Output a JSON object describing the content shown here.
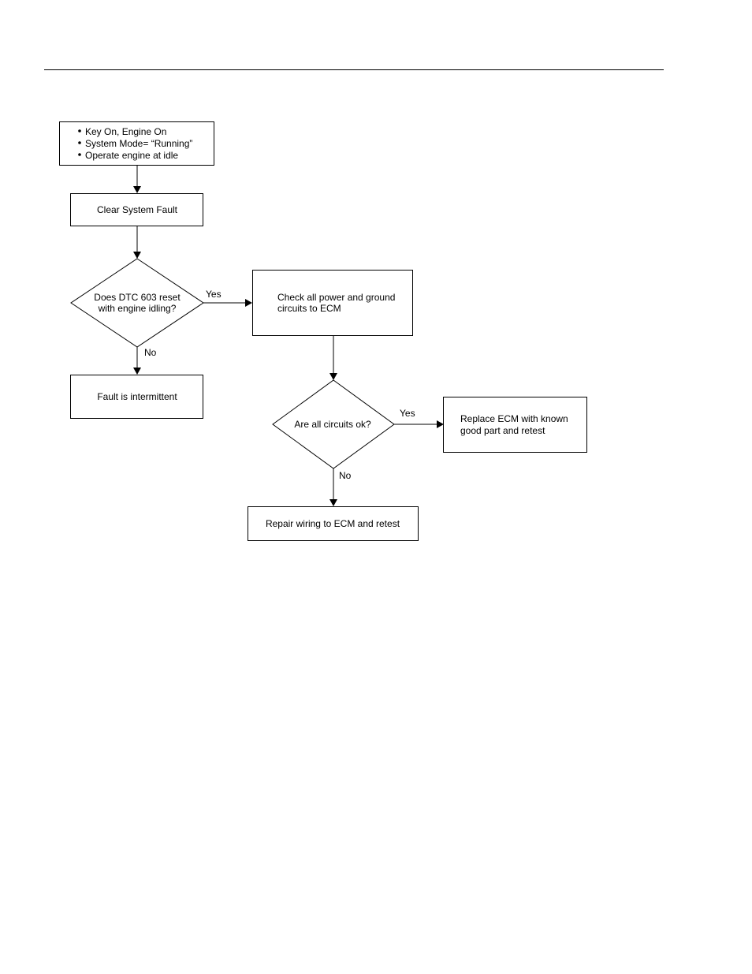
{
  "flowchart": {
    "start": {
      "bullets": [
        "Key On, Engine On",
        "System Mode= “Running”",
        "Operate engine at idle"
      ]
    },
    "clear_fault": "Clear System Fault",
    "decision_reset": {
      "line1": "Does DTC 603 reset",
      "line2": "with engine idling?"
    },
    "check_circuits": {
      "line1": "Check all power and ground",
      "line2": "circuits to ECM"
    },
    "fault_intermittent": "Fault is intermittent",
    "decision_circuits": "Are all circuits ok?",
    "replace_ecm": {
      "line1": "Replace ECM with known",
      "line2": "good part and retest"
    },
    "repair_wiring": "Repair wiring to ECM and retest",
    "labels": {
      "reset_yes": "Yes",
      "reset_no": "No",
      "circuits_yes": "Yes",
      "circuits_no": "No"
    }
  }
}
